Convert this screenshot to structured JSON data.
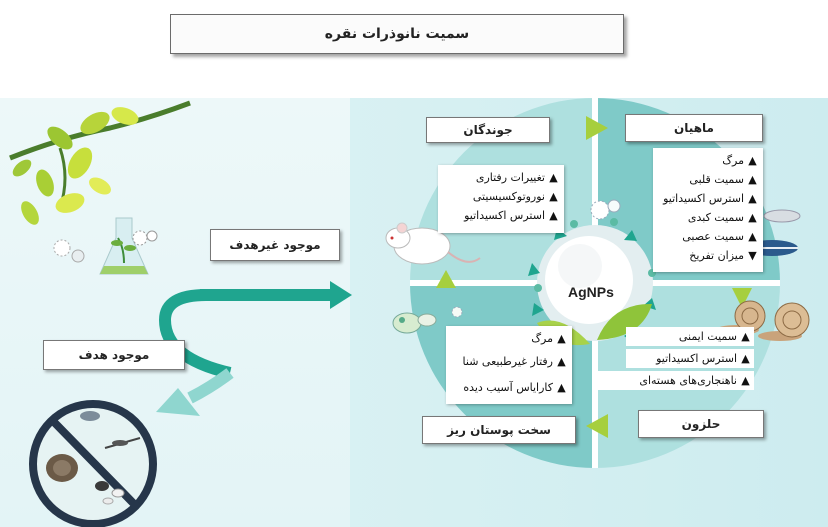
{
  "title": "سمیت نانوذرات نقره",
  "left": {
    "non_target_label": "موجود غیرهدف",
    "target_label": "موجود هدف"
  },
  "center_label": "AgNPs",
  "quadrants": {
    "rodents": {
      "label": "جوندگان",
      "items": [
        {
          "text": "تغییرات رفتاری",
          "dir": "up"
        },
        {
          "text": "نوروتوکسیسیتی",
          "dir": "up"
        },
        {
          "text": "استرس اکسیداتیو",
          "dir": "up"
        }
      ]
    },
    "fish": {
      "label": "ماهیان",
      "items": [
        {
          "text": "مرگ",
          "dir": "up"
        },
        {
          "text": "سمیت قلبی",
          "dir": "up"
        },
        {
          "text": "استرس اکسیداتیو",
          "dir": "up"
        },
        {
          "text": "سمیت کبدی",
          "dir": "up"
        },
        {
          "text": "سمیت عصبی",
          "dir": "up"
        },
        {
          "text": "میزان تفریخ",
          "dir": "down"
        }
      ]
    },
    "crustaceans": {
      "label": "سخت پوستان ریز",
      "items": [
        {
          "text": "مرگ",
          "dir": "up"
        },
        {
          "text": "رفتار غیرطبیعی شنا",
          "dir": "up"
        },
        {
          "text": "کارایاس آسیب دیده",
          "dir": "up"
        }
      ]
    },
    "snail": {
      "label": "حلزون",
      "items": [
        {
          "text": "سمیت ایمنی",
          "dir": "up"
        },
        {
          "text": "استرس اکسیداتیو",
          "dir": "up"
        },
        {
          "text": "ناهنجاری‌های هسته‌ای",
          "dir": "up"
        }
      ]
    }
  },
  "colors": {
    "teal_dark": "#1fa58f",
    "teal_light": "#8fd6cf",
    "green_arrow": "#a6cf3e",
    "quad_light": "#aee0df",
    "quad_mid": "#7fcac8",
    "no_sign": "#26364a"
  }
}
